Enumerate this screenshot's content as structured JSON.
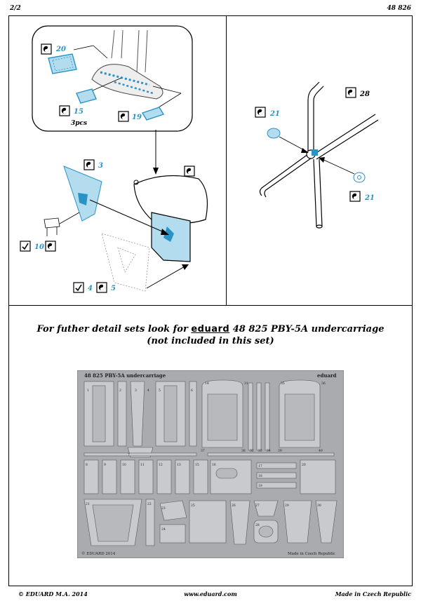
{
  "header": {
    "page": "2/2",
    "code": "48 826"
  },
  "callouts": {
    "c20": "20",
    "c15": "15",
    "c19": "19",
    "qty": "3pcs",
    "c3": "3",
    "c10": "10",
    "c4": "4",
    "c5": "5",
    "c28": "28",
    "c21a": "21",
    "c21b": "21"
  },
  "note": {
    "line1_pre": "For futher detail sets look for",
    "brand": "eduard",
    "line1_post": "48 825 PBY-5A undercarriage",
    "line2": "(not included in this set)"
  },
  "fret": {
    "title": "48 825   PBY-5A undercarriage",
    "brand": "eduard",
    "copyright": "© EDUARD 2014",
    "made": "Made in Czech Republic",
    "nums": [
      "1",
      "2",
      "3",
      "4",
      "5",
      "6",
      "7",
      "8",
      "9",
      "10",
      "11",
      "12",
      "13",
      "14",
      "15",
      "16",
      "17",
      "18",
      "19",
      "20",
      "21",
      "22",
      "23",
      "24",
      "25",
      "26",
      "27",
      "28",
      "29",
      "30",
      "31",
      "32",
      "33",
      "34",
      "35",
      "36",
      "37",
      "38",
      "39",
      "40"
    ]
  },
  "footer": {
    "left": "© EDUARD  M.A. 2014",
    "center": "www.eduard.com",
    "right": "Made in Czech Republic"
  },
  "colors": {
    "accent": "#2a93c6",
    "part_fill": "#b3dcee",
    "fret": "#a9abae"
  }
}
